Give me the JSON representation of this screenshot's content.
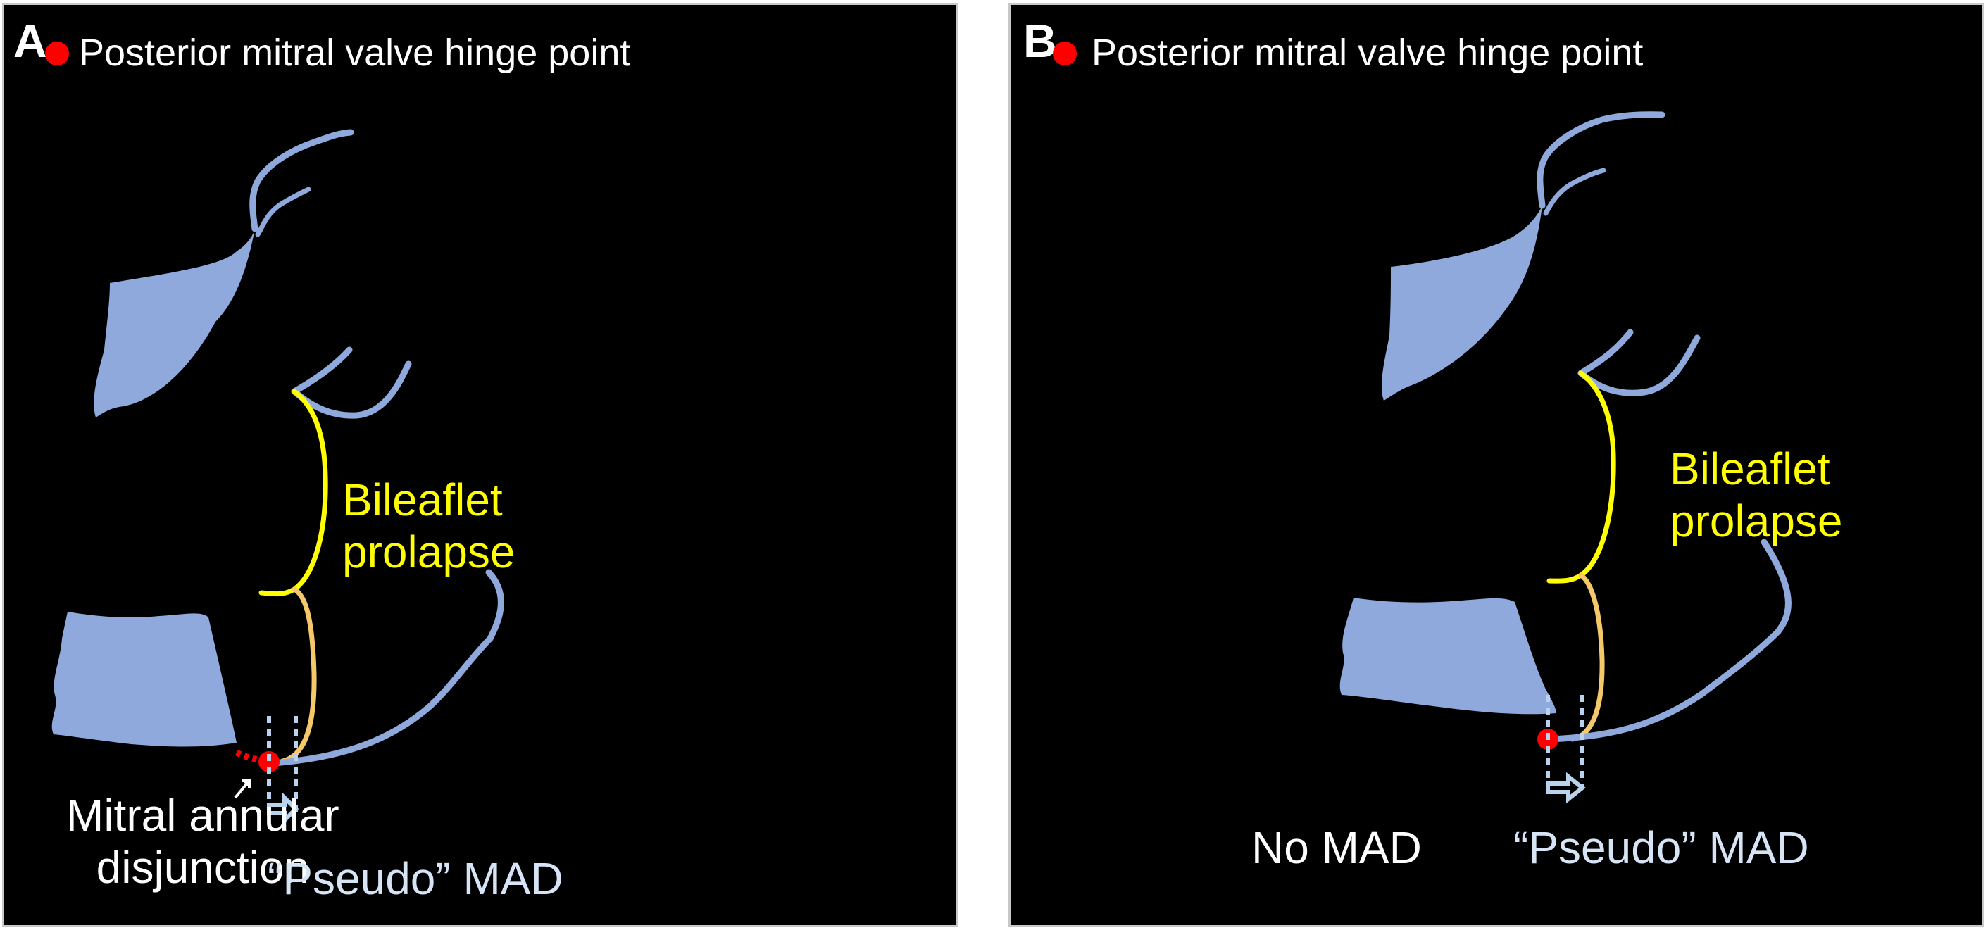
{
  "panels": {
    "a": {
      "letter": "A",
      "legend": "Posterior mitral valve hinge point",
      "prolapse": [
        "Bileaflet",
        "prolapse"
      ],
      "annular": [
        "Mitral annular",
        "disjunction"
      ],
      "pseudo": "“Pseudo” MAD"
    },
    "b": {
      "letter": "B",
      "legend": "Posterior mitral valve hinge point",
      "prolapse": [
        "Bileaflet",
        "prolapse"
      ],
      "no_mad": "No MAD",
      "pseudo": "“Pseudo” MAD"
    }
  },
  "colors": {
    "tissue": "#8fa9dc",
    "prolapse_leaflet": "#ffff00",
    "posterior_leaflet": "#f5c96a",
    "hinge_point": "#ff0000",
    "arrow": "#b9d2ee",
    "background": "#000000",
    "text": "#ffffff"
  }
}
